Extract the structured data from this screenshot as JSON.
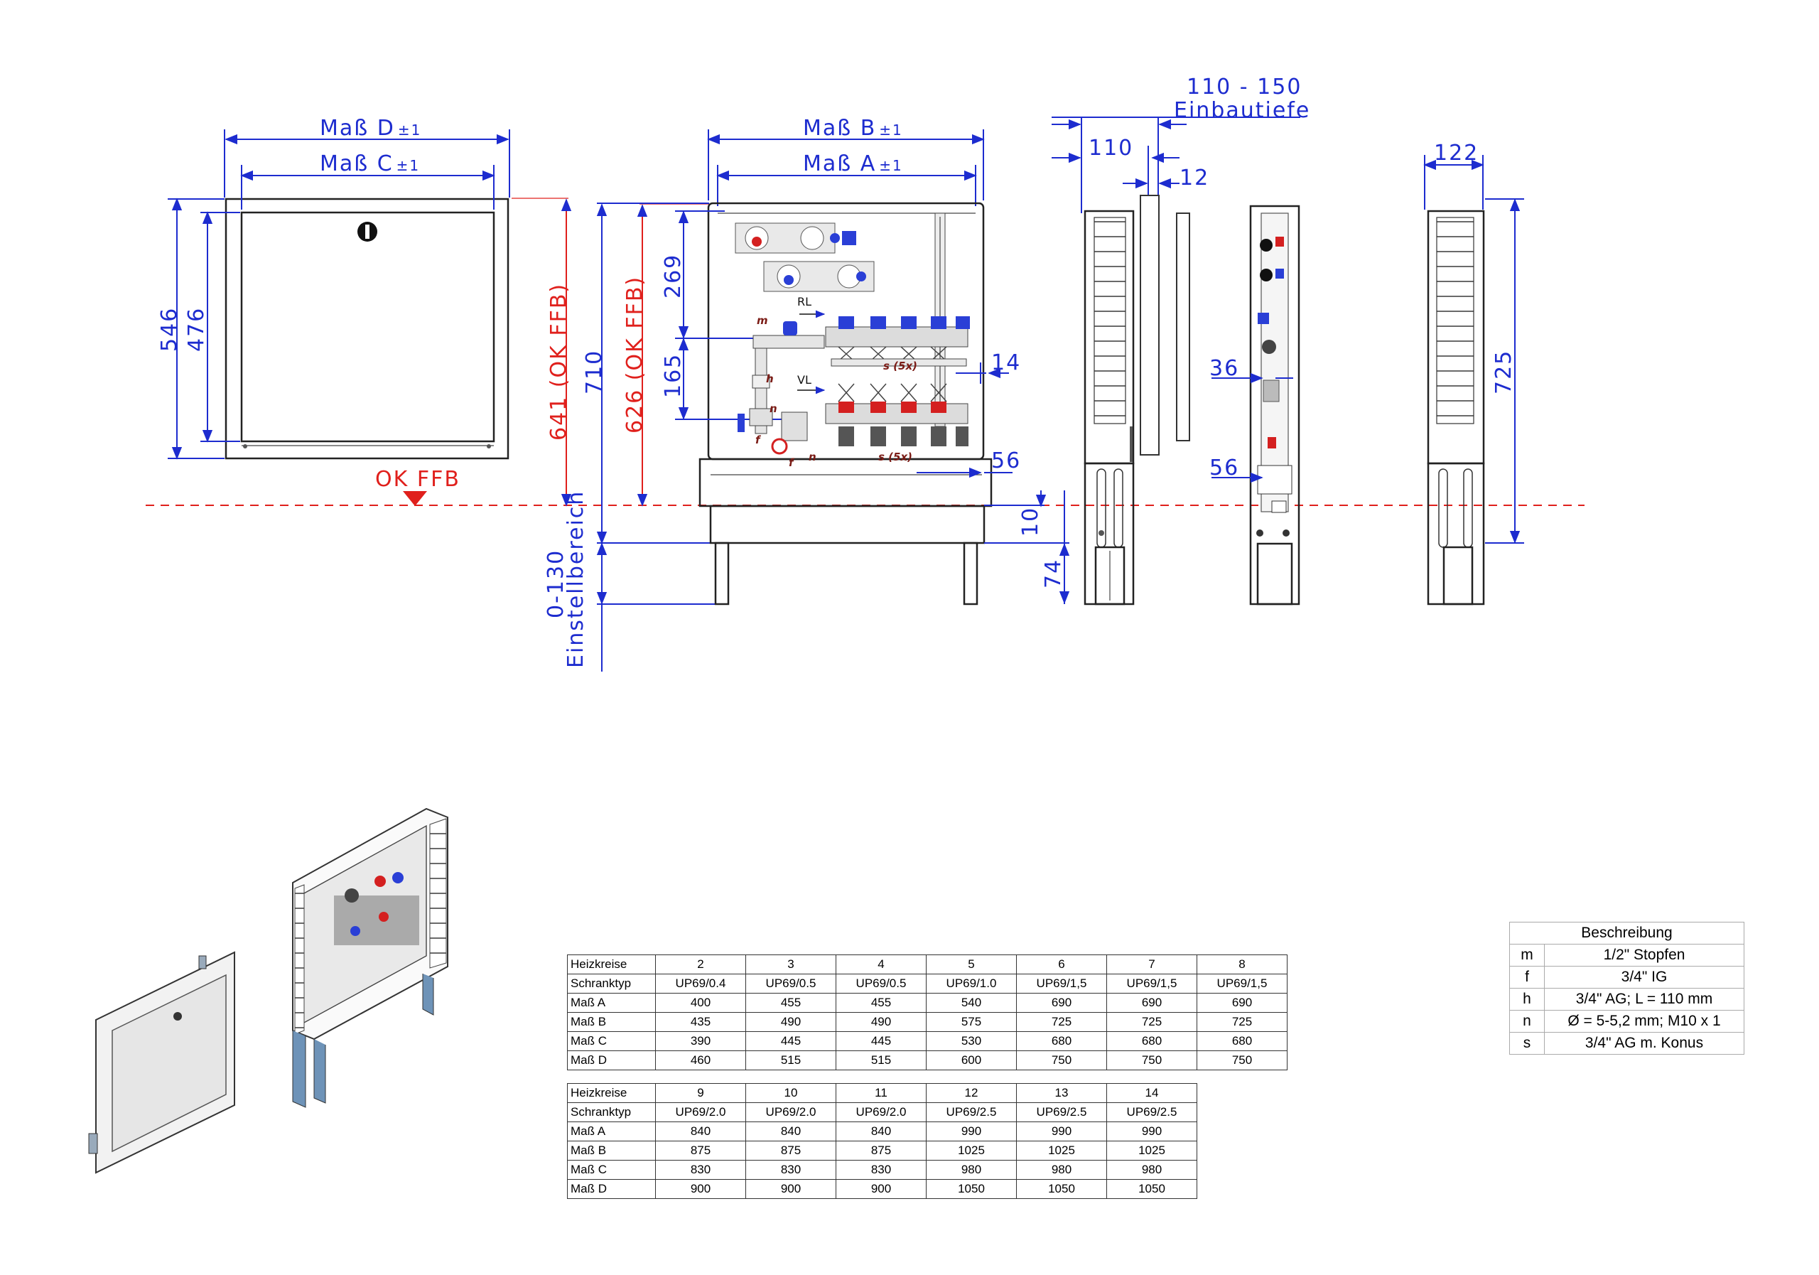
{
  "front_view": {
    "dim_B": "Maß B",
    "dim_A": "Maß A",
    "tolerance": "±1",
    "dim_269": "269",
    "dim_165": "165",
    "dim_14": "14",
    "dim_56": "56",
    "dim_10": "10",
    "dim_74": "74",
    "dim_710": "710",
    "dim_626": "626 (OK FFB)",
    "dim_641": "641 (OK FFB)",
    "adjust_range": "0-130",
    "adjust_label": "Einstellbereich",
    "label_RL": "RL",
    "label_VL": "VL",
    "label_m": "m",
    "label_h": "h",
    "label_n1": "n",
    "label_n2": "n",
    "label_f1": "f",
    "label_f2": "f",
    "label_s1": "s (5x)",
    "label_s2": "s (5x)"
  },
  "door_view": {
    "dim_D": "Maß D",
    "dim_C": "Maß C",
    "tolerance": "±1",
    "dim_546": "546",
    "dim_476": "476",
    "ok_ffb": "OK FFB"
  },
  "side_view": {
    "depth_range": "110 - 150",
    "depth_label": "Einbautiefe",
    "dim_110": "110",
    "dim_12": "12",
    "dim_36": "36",
    "dim_56": "56",
    "dim_122": "122",
    "dim_725": "725"
  },
  "table1": {
    "header": [
      "Heizkreise",
      "2",
      "3",
      "4",
      "5",
      "6",
      "7",
      "8"
    ],
    "rows": [
      [
        "Schranktyp",
        "UP69/0.4",
        "UP69/0.5",
        "UP69/0.5",
        "UP69/1.0",
        "UP69/1,5",
        "UP69/1,5",
        "UP69/1,5"
      ],
      [
        "Maß A",
        "400",
        "455",
        "455",
        "540",
        "690",
        "690",
        "690"
      ],
      [
        "Maß B",
        "435",
        "490",
        "490",
        "575",
        "725",
        "725",
        "725"
      ],
      [
        "Maß C",
        "390",
        "445",
        "445",
        "530",
        "680",
        "680",
        "680"
      ],
      [
        "Maß D",
        "460",
        "515",
        "515",
        "600",
        "750",
        "750",
        "750"
      ]
    ]
  },
  "table2": {
    "header": [
      "Heizkreise",
      "9",
      "10",
      "11",
      "12",
      "13",
      "14"
    ],
    "rows": [
      [
        "Schranktyp",
        "UP69/2.0",
        "UP69/2.0",
        "UP69/2.0",
        "UP69/2.5",
        "UP69/2.5",
        "UP69/2.5"
      ],
      [
        "Maß A",
        "840",
        "840",
        "840",
        "990",
        "990",
        "990"
      ],
      [
        "Maß B",
        "875",
        "875",
        "875",
        "1025",
        "1025",
        "1025"
      ],
      [
        "Maß C",
        "830",
        "830",
        "830",
        "980",
        "980",
        "980"
      ],
      [
        "Maß D",
        "900",
        "900",
        "900",
        "1050",
        "1050",
        "1050"
      ]
    ]
  },
  "legend": {
    "title": "Beschreibung",
    "rows": [
      {
        "key": "m",
        "value": "1/2\" Stopfen"
      },
      {
        "key": "f",
        "value": "3/4\" IG"
      },
      {
        "key": "h",
        "value": "3/4\" AG; L = 110 mm"
      },
      {
        "key": "n",
        "value": "Ø = 5-5,2 mm; M10 x 1"
      },
      {
        "key": "s",
        "value": "3/4\" AG m. Konus"
      }
    ]
  },
  "colors": {
    "dimension": "#1d2ccf",
    "floor_line": "#e0201c",
    "outline": "#222222",
    "valve_red": "#d42020",
    "valve_blue": "#2a3fd6"
  }
}
